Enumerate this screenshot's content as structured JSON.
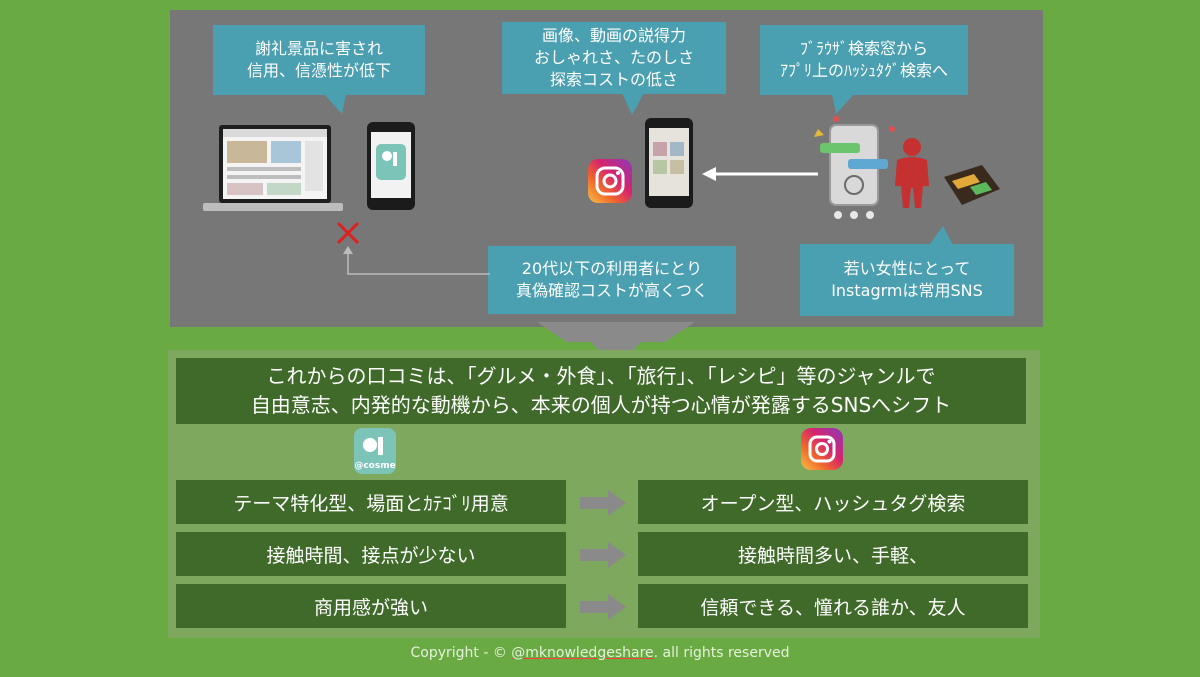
{
  "bubbles": {
    "top_left": "謝礼景品に害され\n信用、信憑性が低下",
    "top_center": "画像、動画の説得力\nおしゃれさ、たのしさ\n探索コストの低さ",
    "top_right": "ﾌﾞﾗｳｻﾞ検索窓から\nｱﾌﾟﾘ上のﾊｯｼｭﾀｸﾞ検索へ",
    "bottom_center": "20代以下の利用者にとり\n真偽確認コストが高くつく",
    "bottom_right": "若い女性にとって\nInstagrmは常用SNS"
  },
  "app_labels": {
    "cosme": "@cosme"
  },
  "headline": "これからの口コミは、「グルメ・外食」、「旅行」、「レシピ」等のジャンルで\n自由意志、内発的な動機から、本来の個人が持つ心情が発露するSNSへシフト",
  "comparison": [
    {
      "left": "テーマ特化型、場面とｶﾃｺﾞﾘ用意",
      "right": "オープン型、ハッシュタグ検索"
    },
    {
      "left": "接触時間、接点が少ない",
      "right": "接触時間多い、手軽、"
    },
    {
      "left": "商用感が強い",
      "right": "信頼できる、憧れる誰か、友人"
    }
  ],
  "footer": {
    "prefix": "Copyright - © ",
    "handle": "@mknowledgeshare",
    "suffix": ". all rights reserved"
  },
  "colors": {
    "background": "#6aaa42",
    "panel": "#777777",
    "bubble": "#4a9fb0",
    "row": "#3f6a2a",
    "cross": "#e02020"
  }
}
